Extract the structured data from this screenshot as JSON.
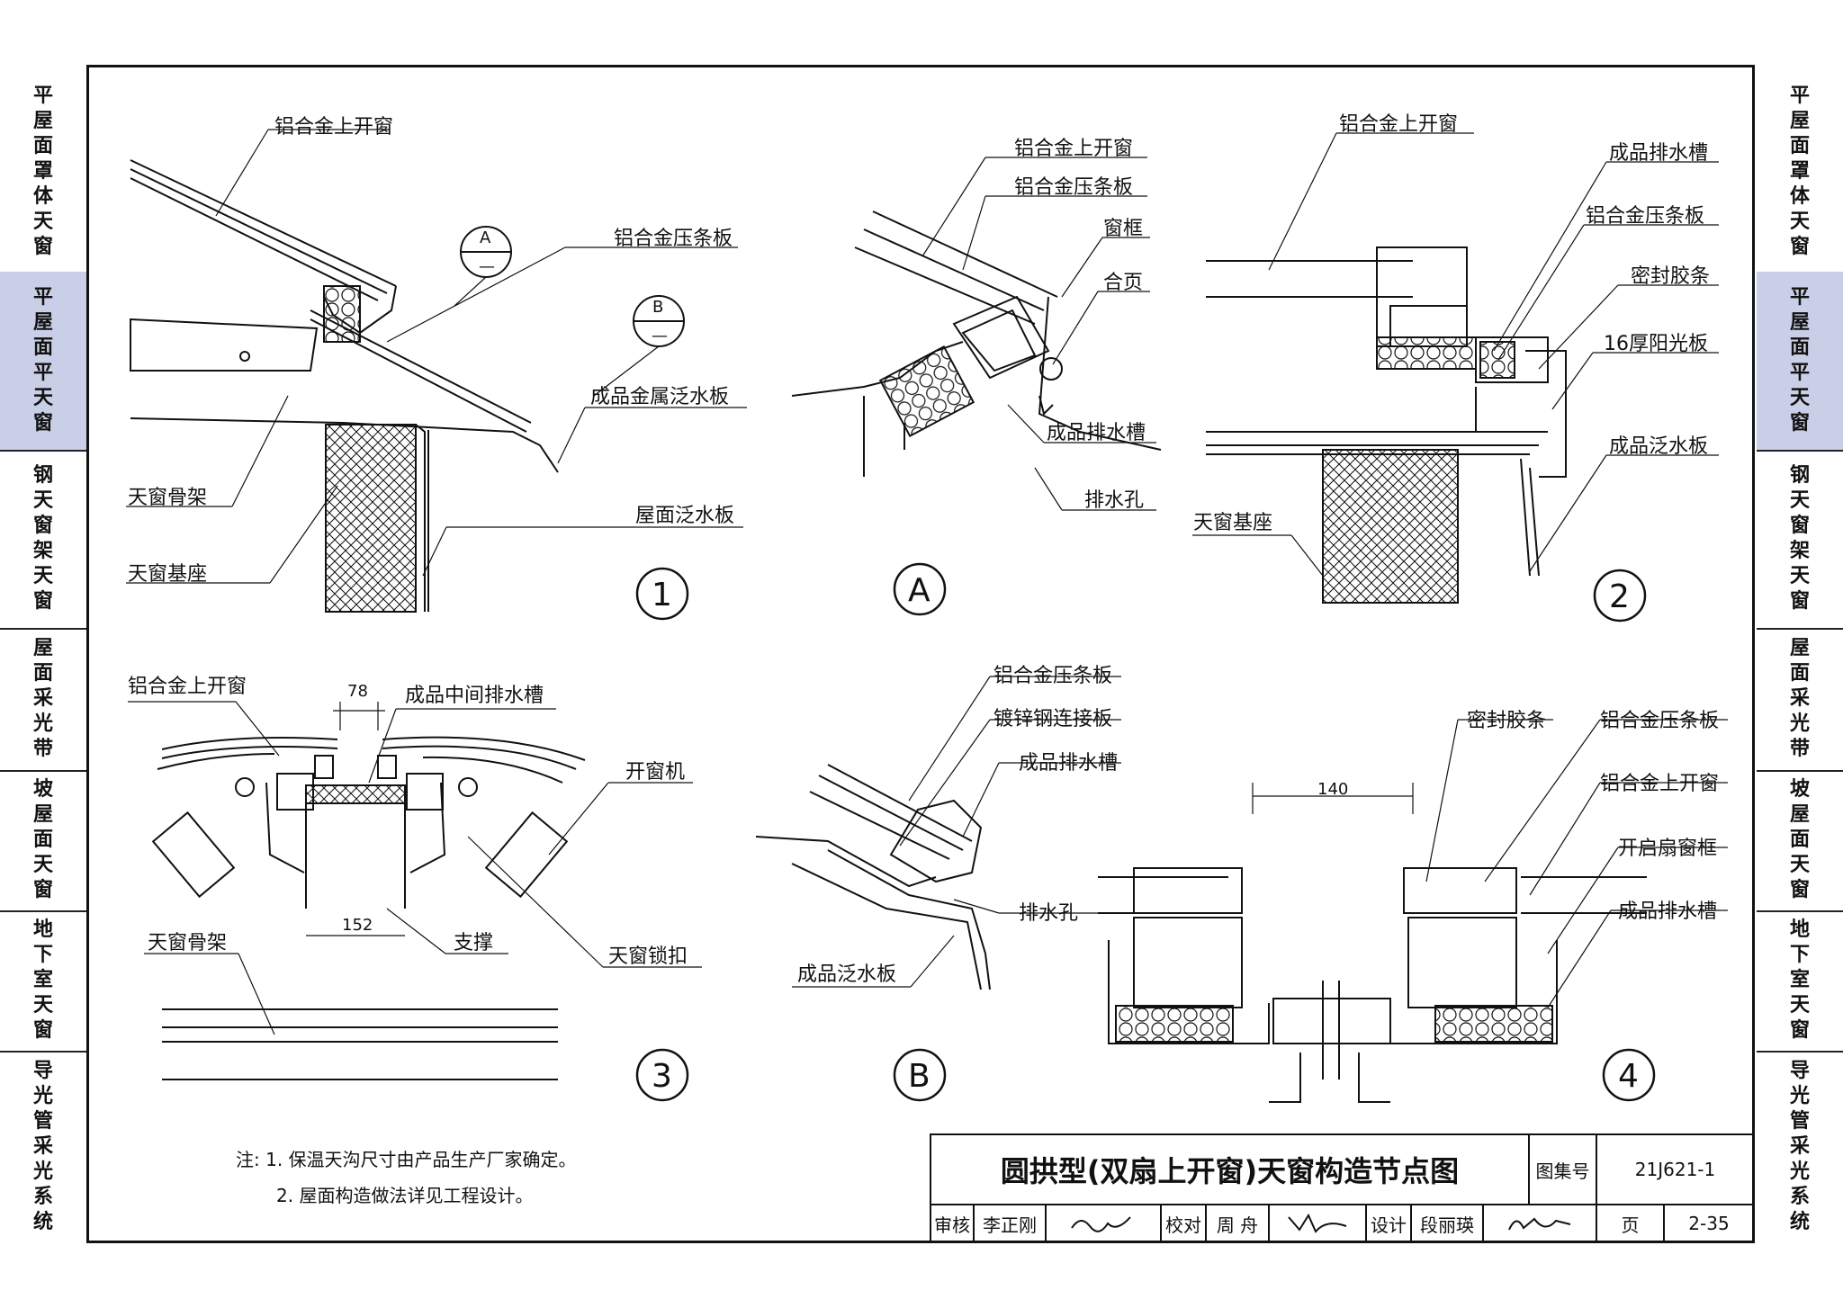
{
  "left_tabs": [
    {
      "label": "平屋面罩体天窗",
      "active": false
    },
    {
      "label": "平屋面平天窗",
      "active": true
    },
    {
      "label": "钢天窗架天窗",
      "active": false
    },
    {
      "label": "屋面采光带",
      "active": false
    },
    {
      "label": "坡屋面天窗",
      "active": false
    },
    {
      "label": "地下室天窗",
      "active": false
    },
    {
      "label": "导光管采光系统",
      "active": false
    }
  ],
  "right_tabs": [
    {
      "label": "平屋面罩体天窗",
      "active": false
    },
    {
      "label": "平屋面平天窗",
      "active": true
    },
    {
      "label": "钢天窗架天窗",
      "active": false
    },
    {
      "label": "屋面采光带",
      "active": false
    },
    {
      "label": "坡屋面天窗",
      "active": false
    },
    {
      "label": "地下室天窗",
      "active": false
    },
    {
      "label": "导光管采光系统",
      "active": false
    }
  ],
  "detail1": {
    "number": "1",
    "labels": [
      "铝合金上开窗",
      "铝合金压条板",
      "成品金属泛水板",
      "天窗骨架",
      "屋面泛水板",
      "天窗基座"
    ],
    "callout_a": "A",
    "callout_b": "B",
    "callout_dash": "—"
  },
  "detailA": {
    "number": "A",
    "labels": [
      "铝合金上开窗",
      "铝合金压条板",
      "窗框",
      "合页",
      "成品排水槽",
      "排水孔"
    ]
  },
  "detail2": {
    "number": "2",
    "labels": [
      "铝合金上开窗",
      "成品排水槽",
      "铝合金压条板",
      "密封胶条",
      "16厚阳光板",
      "成品泛水板",
      "天窗基座"
    ]
  },
  "detail3": {
    "number": "3",
    "labels": [
      "铝合金上开窗",
      "成品中间排水槽",
      "开窗机",
      "天窗骨架",
      "支撑",
      "天窗锁扣"
    ],
    "dim_top": "78",
    "dim_bottom": "152"
  },
  "detailB": {
    "number": "B",
    "labels": [
      "铝合金压条板",
      "镀锌钢连接板",
      "成品排水槽",
      "排水孔",
      "成品泛水板"
    ]
  },
  "detail4": {
    "number": "4",
    "labels": [
      "密封胶条",
      "铝合金压条板",
      "铝合金上开窗",
      "开启扇窗框",
      "成品排水槽"
    ],
    "dim": "140"
  },
  "notes": {
    "prefix": "注:",
    "line1": "1. 保温天沟尺寸由产品生产厂家确定。",
    "line2": "2. 屋面构造做法详见工程设计。"
  },
  "title_block": {
    "title": "圆拱型(双扇上开窗)天窗构造节点图",
    "atlas_label": "图集号",
    "atlas_no": "21J621-1",
    "review_label": "审核",
    "reviewer": "李正刚",
    "check_label": "校对",
    "checker": "周 舟",
    "design_label": "设计",
    "designer": "段丽瑛",
    "page_label": "页",
    "page_no": "2-35"
  },
  "colors": {
    "active_tab": "#c9cfe6",
    "ink": "#111111"
  }
}
